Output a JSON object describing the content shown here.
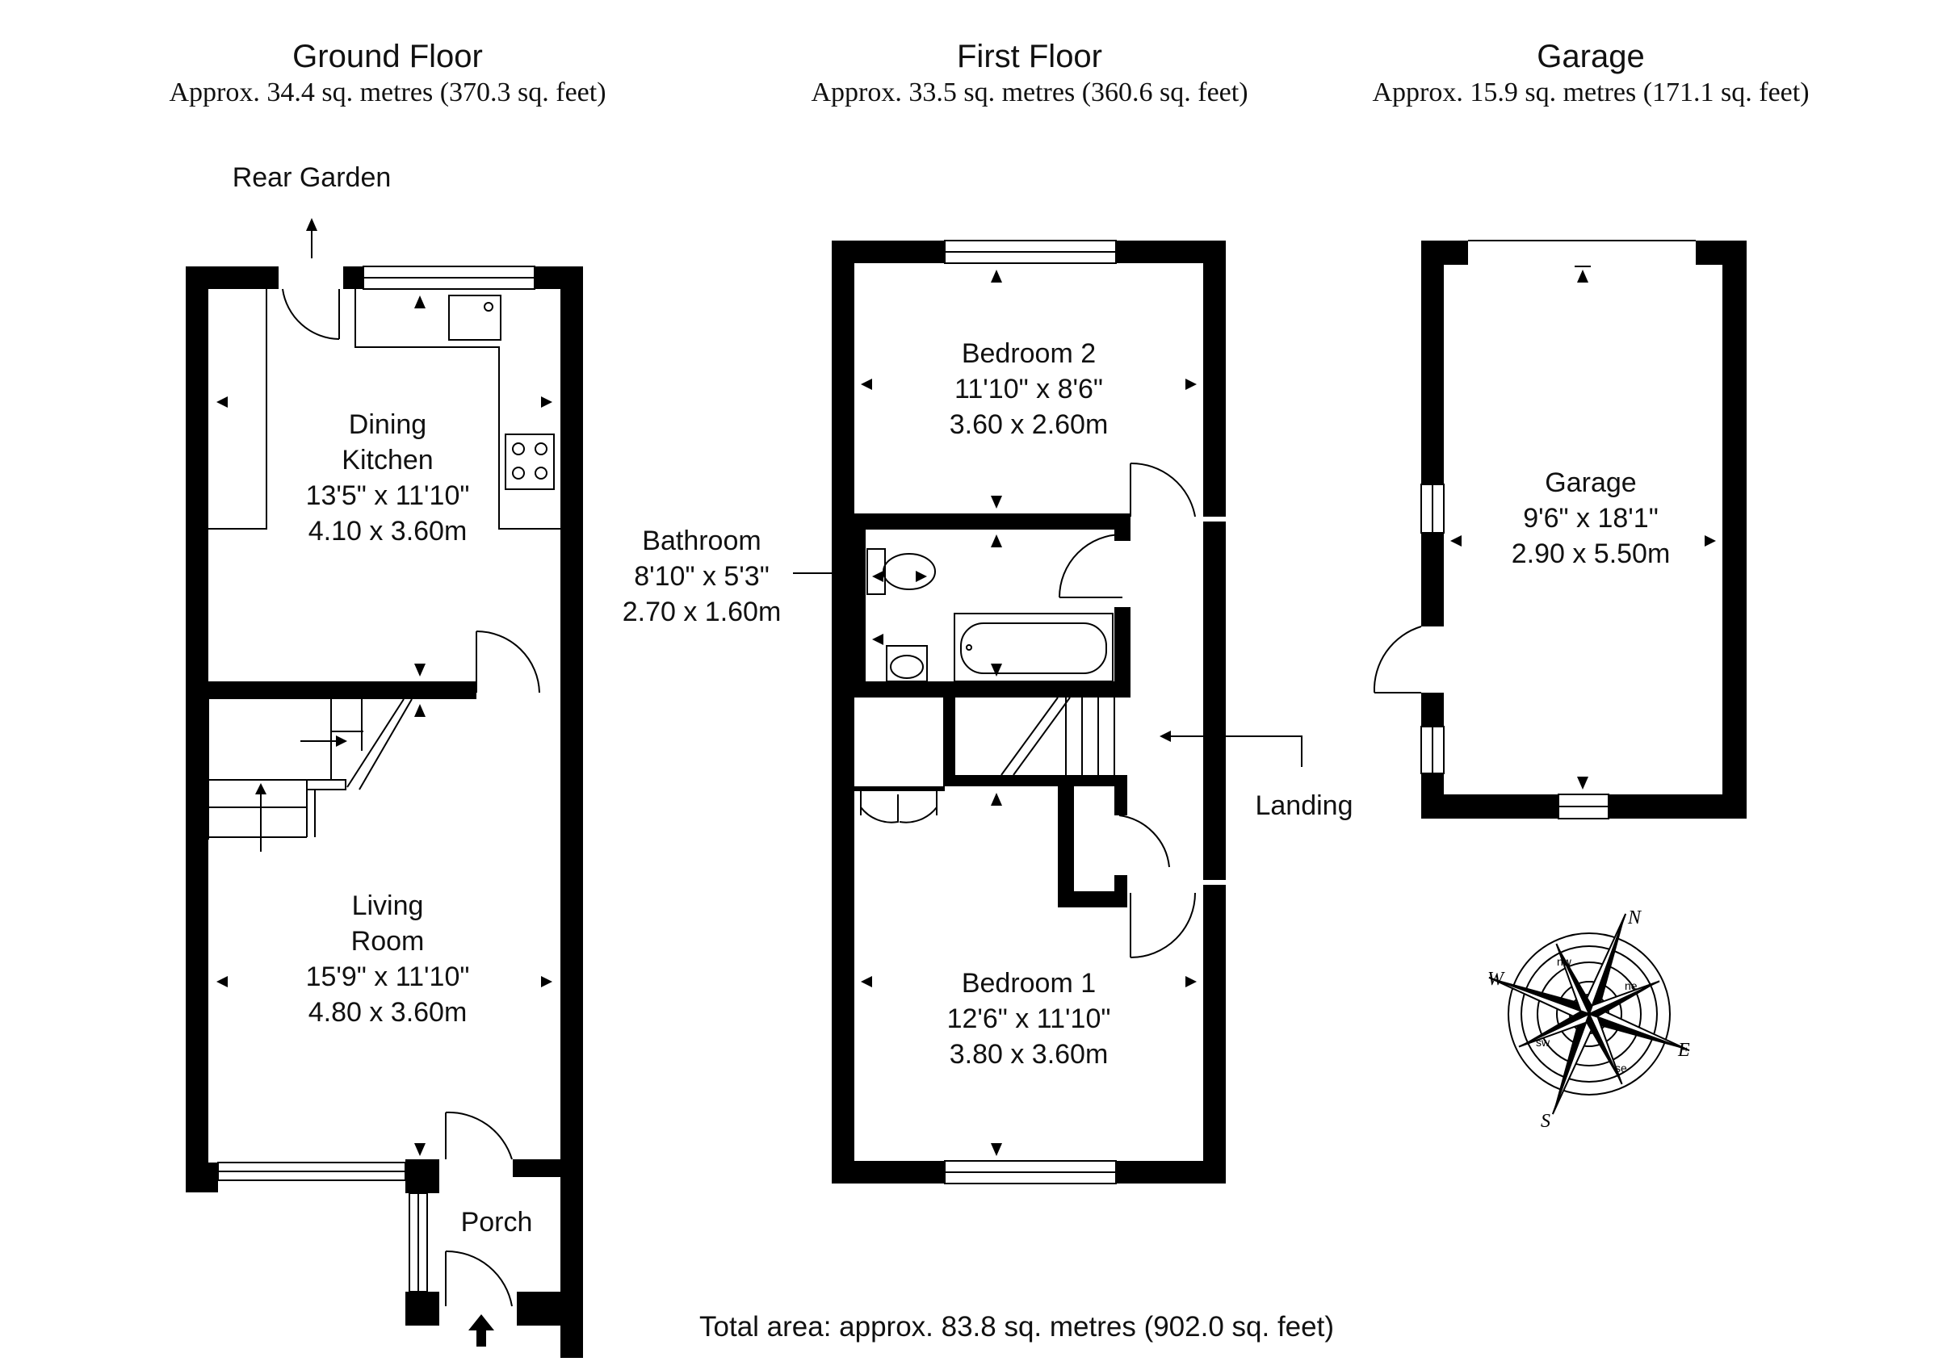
{
  "floors": [
    {
      "name": "Ground Floor",
      "area": "Approx. 34.4 sq. metres (370.3 sq. feet)"
    },
    {
      "name": "First Floor",
      "area": "Approx. 33.5 sq. metres (360.6 sq. feet)"
    },
    {
      "name": "Garage",
      "area": "Approx. 15.9 sq. metres (171.1 sq. feet)"
    }
  ],
  "annotations": {
    "rear_garden": "Rear Garden",
    "landing": "Landing"
  },
  "rooms": {
    "dining_kitchen": {
      "name_line1": "Dining",
      "name_line2": "Kitchen",
      "imperial": "13'5\" x 11'10\"",
      "metric": "4.10 x 3.60m"
    },
    "living_room": {
      "name_line1": "Living",
      "name_line2": "Room",
      "imperial": "15'9\" x 11'10\"",
      "metric": "4.80 x 3.60m"
    },
    "porch": {
      "name": "Porch"
    },
    "bedroom_2": {
      "name": "Bedroom 2",
      "imperial": "11'10\" x 8'6\"",
      "metric": "3.60 x 2.60m"
    },
    "bathroom": {
      "name": "Bathroom",
      "imperial": "8'10\" x 5'3\"",
      "metric": "2.70 x 1.60m"
    },
    "bedroom_1": {
      "name": "Bedroom 1",
      "imperial": "12'6\" x 11'10\"",
      "metric": "3.80 x 3.60m"
    },
    "garage": {
      "name": "Garage",
      "imperial": "9'6\" x 18'1\"",
      "metric": "2.90 x 5.50m"
    }
  },
  "compass": {
    "n": "N",
    "s": "S",
    "e": "E",
    "w": "W",
    "ne": "ne",
    "nw": "nw",
    "se": "se",
    "sw": "sw"
  },
  "total_area": "Total area: approx. 83.8 sq. metres (902.0 sq. feet)"
}
